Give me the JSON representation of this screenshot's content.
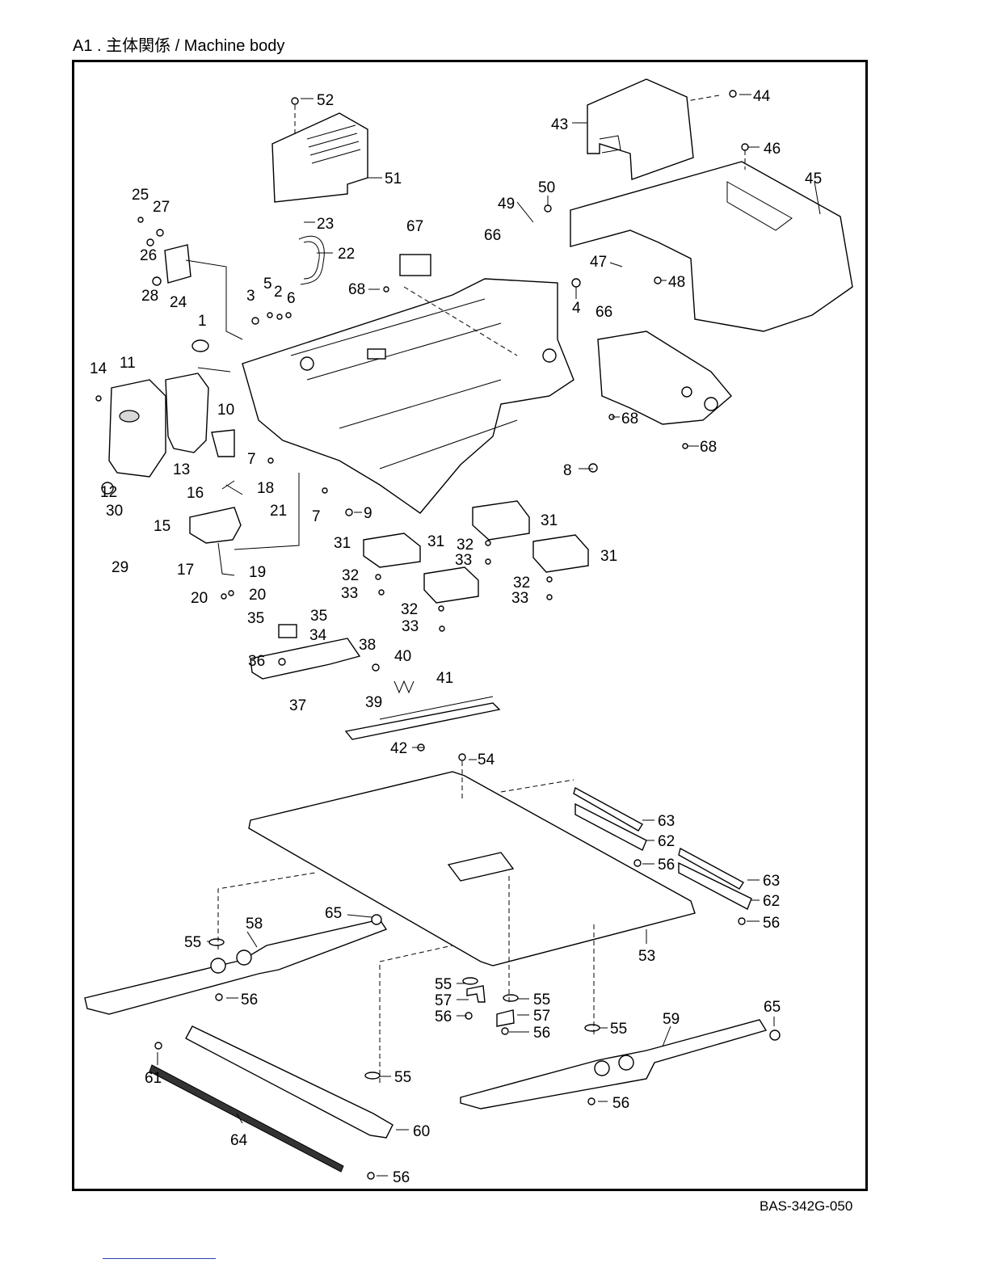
{
  "header": {
    "title": "A1 . 主体関係 / Machine body"
  },
  "footer": {
    "drawing_number": "BAS-342G-050"
  },
  "callouts": [
    "1",
    "2",
    "3",
    "4",
    "5",
    "6",
    "7",
    "8",
    "9",
    "10",
    "11",
    "12",
    "13",
    "14",
    "15",
    "16",
    "17",
    "18",
    "19",
    "20",
    "21",
    "22",
    "23",
    "24",
    "25",
    "26",
    "27",
    "28",
    "29",
    "30",
    "31",
    "32",
    "33",
    "34",
    "35",
    "36",
    "37",
    "38",
    "39",
    "40",
    "41",
    "42",
    "43",
    "44",
    "45",
    "46",
    "47",
    "48",
    "49",
    "50",
    "51",
    "52",
    "53",
    "54",
    "55",
    "56",
    "57",
    "58",
    "59",
    "60",
    "61",
    "62",
    "63",
    "64",
    "65",
    "66",
    "67",
    "68"
  ]
}
